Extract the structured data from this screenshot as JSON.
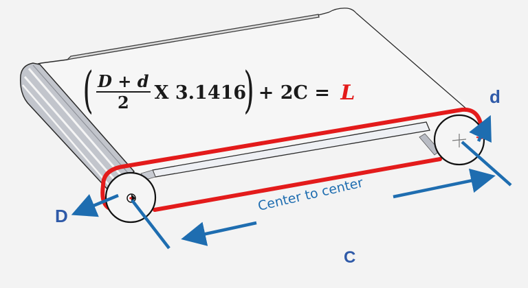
{
  "diagram": {
    "subject": "Conveyor belt length calculation",
    "formula": {
      "open_paren": "(",
      "numerator": "D + d",
      "denominator": "2",
      "multiply": "X 3.1416",
      "close_paren": ")",
      "plus_term": " + 2C = ",
      "result": "L"
    },
    "labels": {
      "large_pulley_diameter": "D",
      "small_pulley_diameter": "d",
      "center_distance_caption": "Center to center",
      "center_distance_symbol": "C"
    },
    "colors": {
      "belt": "#e31b1b",
      "annotation_arrows": "#1e6db0",
      "label_text": "#2f5aa8",
      "formula_text": "#1a1a1a",
      "result_text": "#e31b1b",
      "roller_fill": "#b9bcc4",
      "background": "#f3f3f3"
    }
  }
}
